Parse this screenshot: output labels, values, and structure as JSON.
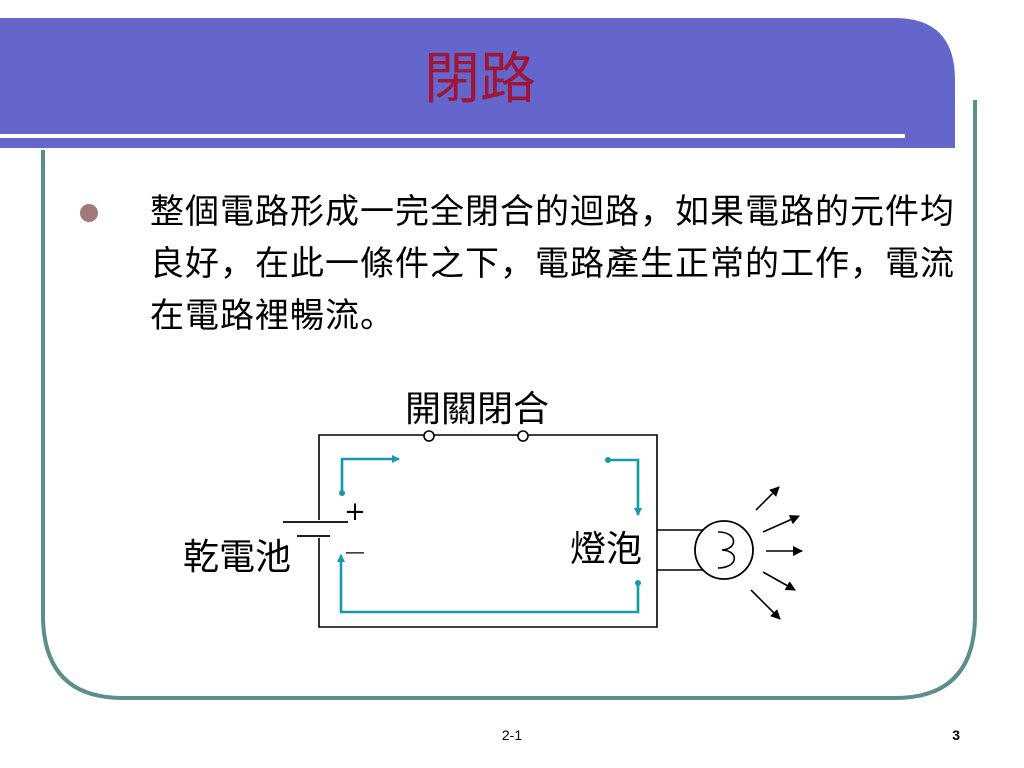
{
  "slide": {
    "title": "閉路",
    "bullet": "整個電路形成一完全閉合的迴路，如果電路的元件均良好，在此一條件之下，電路產生正常的工作，電流在電路裡暢流。",
    "diagram": {
      "switch_label": "開關閉合",
      "battery_label": "乾電池",
      "bulb_label": "燈泡",
      "plus_symbol": "+",
      "minus_symbol": "—"
    },
    "footer": {
      "center": "2-1",
      "page": "3"
    }
  },
  "colors": {
    "title_bar": "#6466cc",
    "frame_border": "#5d8f8a",
    "title_text": "#a01638",
    "bullet_dot": "#a27878",
    "current_arrow": "#169aa8"
  }
}
